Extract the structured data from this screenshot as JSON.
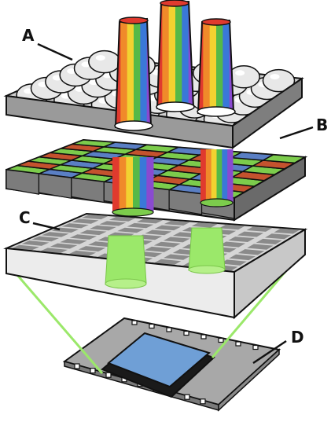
{
  "callouts": [
    {
      "id": "A",
      "label": "A"
    },
    {
      "id": "B",
      "label": "B"
    },
    {
      "id": "C",
      "label": "C"
    },
    {
      "id": "D",
      "label": "D"
    }
  ],
  "colors": {
    "outline": "#111111",
    "lens": "#e8e8e8",
    "lens_highlight": "#ffffff",
    "layer_side": "#9a9a9a",
    "filter_green": "#7ccc4c",
    "filter_blue": "#5a7fc4",
    "filter_red": "#c4522e",
    "sensor_gray": "#bdbdbd",
    "sensor_cell": "#8a8a8a",
    "light_green": "#9be86a",
    "chip_blue": "#6f9fd6",
    "package_gray": "#a8a8a8",
    "rainbow": [
      "#e03a2e",
      "#f08a2a",
      "#f2d230",
      "#55b948",
      "#3a78d8",
      "#8a4ad0"
    ]
  },
  "icons": [
    "microlens-array",
    "color-filter-array",
    "photodiode-grid",
    "sensor-chip"
  ]
}
